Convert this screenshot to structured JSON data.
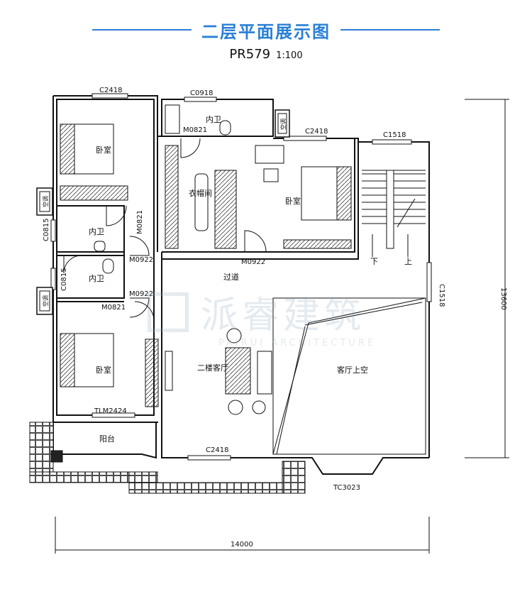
{
  "header": {
    "title": "二层平面展示图",
    "plan_code": "PR579",
    "scale": "1:100"
  },
  "rooms": {
    "bedroom_top_left": "卧室",
    "bath_top": "内卫",
    "closet": "衣帽间",
    "bedroom_right": "卧室",
    "bath_left_upper": "内卫",
    "bath_left_lower": "内卫",
    "corridor": "过道",
    "bedroom_bottom_left": "卧室",
    "living": "二楼客厅",
    "void": "客厅上空",
    "balcony": "阳台"
  },
  "openings": {
    "c2418_top_left": "C2418",
    "c0918": "C0918",
    "m0821_top": "M0821",
    "c2418_right_bedroom": "C2418",
    "c1518_top": "C1518",
    "c0815_upper": "C0815",
    "m0821_right": "M0821",
    "m0922_corridor": "M0922",
    "m0922_left_upper": "M0922",
    "c0815_lower": "C0815",
    "m0922_left_lower": "M0922",
    "m0821_lower": "M0821",
    "c1518_right": "C1518",
    "tlm2424": "TLM2424",
    "c2418_bottom": "C2418",
    "tc3023": "TC3023"
  },
  "stairs": {
    "down": "下",
    "up": "上"
  },
  "dimensions": {
    "width": "14000",
    "depth": "13600"
  },
  "ac_label": "空调",
  "watermark": {
    "cn": "派睿建筑",
    "en": "PAIRUI ARCHITECTURE"
  },
  "colors": {
    "accent": "#2a7fd6",
    "line": "#111111"
  }
}
